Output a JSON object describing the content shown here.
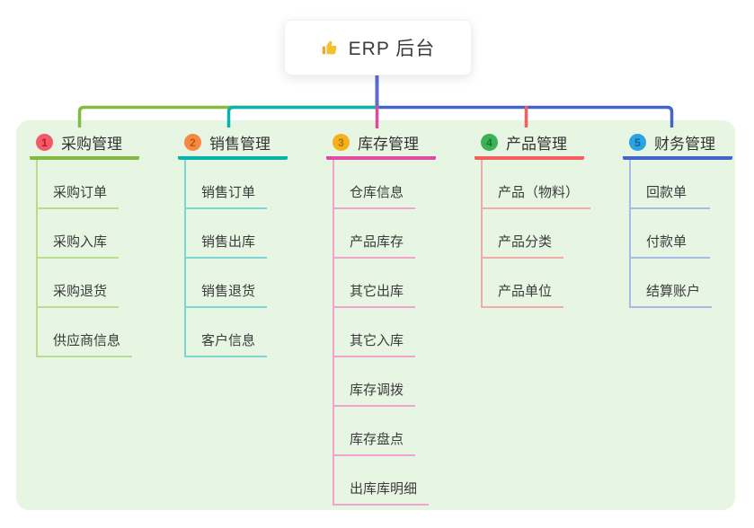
{
  "root": {
    "title": "ERP 后台",
    "icon": "thumbs-up-icon",
    "icon_color": "#f5c02c"
  },
  "trunk_color": "#5d6bd3",
  "panel_color": "#e7f6e2",
  "branches": [
    {
      "number": "1",
      "label": "采购管理",
      "color": "#82bb40",
      "light_color": "#b8dc90",
      "badge_bg": "#f25a68",
      "badge_fg": "#b5182f",
      "children": [
        "采购订单",
        "采购入库",
        "采购退货",
        "供应商信息"
      ]
    },
    {
      "number": "2",
      "label": "销售管理",
      "color": "#0cb3ae",
      "light_color": "#7fd6d1",
      "badge_bg": "#f58843",
      "badge_fg": "#bc5a0a",
      "children": [
        "销售订单",
        "销售出库",
        "销售退货",
        "客户信息"
      ]
    },
    {
      "number": "3",
      "label": "库存管理",
      "color": "#e14a9e",
      "light_color": "#f2a3ce",
      "badge_bg": "#f7b01e",
      "badge_fg": "#b07400",
      "children": [
        "仓库信息",
        "产品库存",
        "其它出库",
        "其它入库",
        "库存调拨",
        "库存盘点",
        "出库库明细"
      ]
    },
    {
      "number": "4",
      "label": "产品管理",
      "color": "#f15f60",
      "light_color": "#f7a8aa",
      "badge_bg": "#3bb257",
      "badge_fg": "#0f7a2e",
      "children": [
        "产品（物料）",
        "产品分类",
        "产品单位"
      ]
    },
    {
      "number": "5",
      "label": "财务管理",
      "color": "#4365c9",
      "light_color": "#a8bae8",
      "badge_bg": "#2aa3e0",
      "badge_fg": "#0a649c",
      "children": [
        "回款单",
        "付款单",
        "结算账户"
      ]
    }
  ]
}
